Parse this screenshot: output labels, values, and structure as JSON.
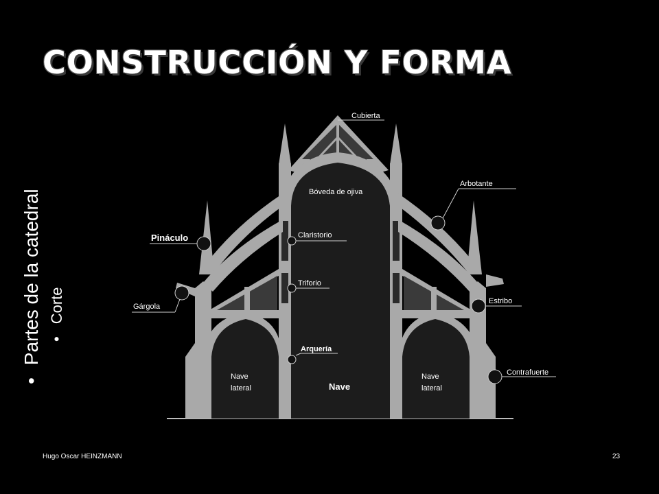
{
  "title": "CONSTRUCCIÓN Y FORMA",
  "list": {
    "bullet": "•",
    "item1": "Partes de la catedral",
    "item2": "Corte"
  },
  "diagram_labels": {
    "cubierta": "Cubierta",
    "arbotante": "Arbotante",
    "boveda": "Bóveda de ojiva",
    "claristorio": "Claristorio",
    "pinaculo": "Pináculo",
    "triforio": "Triforio",
    "gargola": "Gárgola",
    "estribo": "Estribo",
    "arqueria": "Arquería",
    "contrafuerte": "Contrafuerte",
    "nave_lateral_l1": "Nave",
    "nave_lateral_l2": "lateral",
    "nave": "Nave",
    "nave_lateral_r1": "Nave",
    "nave_lateral_r2": "lateral"
  },
  "footer": {
    "author": "Hugo Oscar HEINZMANN",
    "page": "23"
  },
  "colors": {
    "background": "#000000",
    "stone": "#a9a9a9",
    "interior": "#1e1e1e",
    "label_line": "#cfcfcf"
  }
}
